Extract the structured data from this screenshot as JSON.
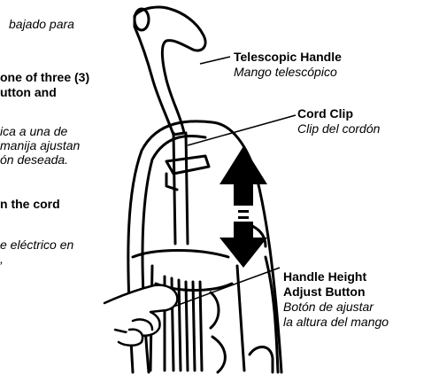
{
  "left_text": {
    "line1": "bajado para",
    "line2": "one of three (3)",
    "line3": "utton and",
    "line4": "ica a una de",
    "line5": "manija ajustan",
    "line6": "ón deseada.",
    "line7": "n the cord",
    "line8": "e eléctrico en",
    "line9": ","
  },
  "callouts": {
    "telescopic_handle": {
      "en": "Telescopic Handle",
      "es": "Mango telescópico"
    },
    "cord_clip": {
      "en": "Cord Clip",
      "es": "Clip del cordón"
    },
    "handle_height": {
      "en_line1": "Handle Height",
      "en_line2": "Adjust Button",
      "es_line1": "Botón de ajustar",
      "es_line2": "la altura del mango"
    }
  }
}
